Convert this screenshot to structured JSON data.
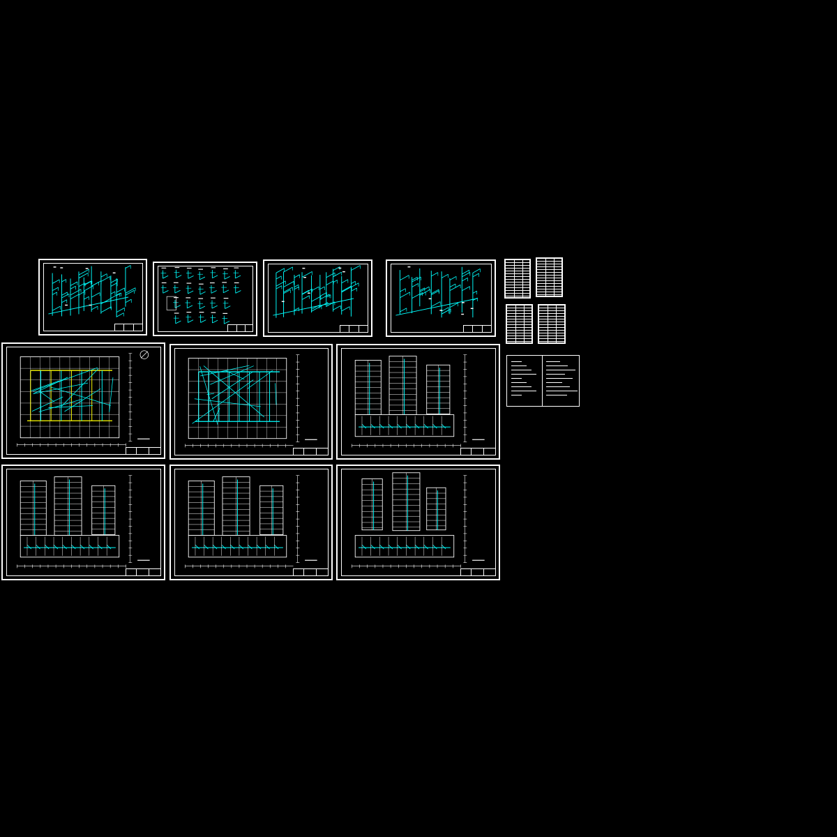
{
  "canvas": {
    "background": "#000000"
  },
  "palette": {
    "frame": "#ffffff",
    "pipe": "#00ffff",
    "accent": "#ffff00",
    "wall": "#ffffff"
  },
  "sheets": [
    {
      "id": "system-diagram-1",
      "kind": "isometric"
    },
    {
      "id": "detail-diagrams",
      "kind": "details"
    },
    {
      "id": "system-diagram-2",
      "kind": "isometric"
    },
    {
      "id": "system-diagram-3",
      "kind": "isometric"
    },
    {
      "id": "floor-plan-1",
      "kind": "plan"
    },
    {
      "id": "floor-plan-2",
      "kind": "plan"
    },
    {
      "id": "floor-plan-3",
      "kind": "plan"
    },
    {
      "id": "floor-plan-4",
      "kind": "plan"
    },
    {
      "id": "floor-plan-5",
      "kind": "plan"
    },
    {
      "id": "floor-plan-6",
      "kind": "plan"
    }
  ]
}
